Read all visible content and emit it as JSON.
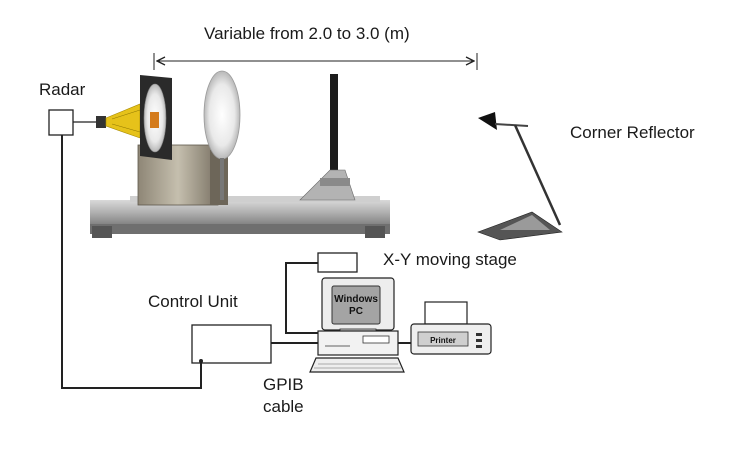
{
  "diagram": {
    "labels": {
      "range": "Variable from 2.0 to 3.0 (m)",
      "radar": "Radar",
      "corner_reflector": "Corner Reflector",
      "xy_stage": "X-Y moving stage",
      "control_unit": "Control Unit",
      "gpib_line1": "GPIB",
      "gpib_line2": "cable"
    },
    "pc_screen": {
      "line1": "Windows",
      "line2": "PC"
    },
    "printer_label": "Printer"
  }
}
